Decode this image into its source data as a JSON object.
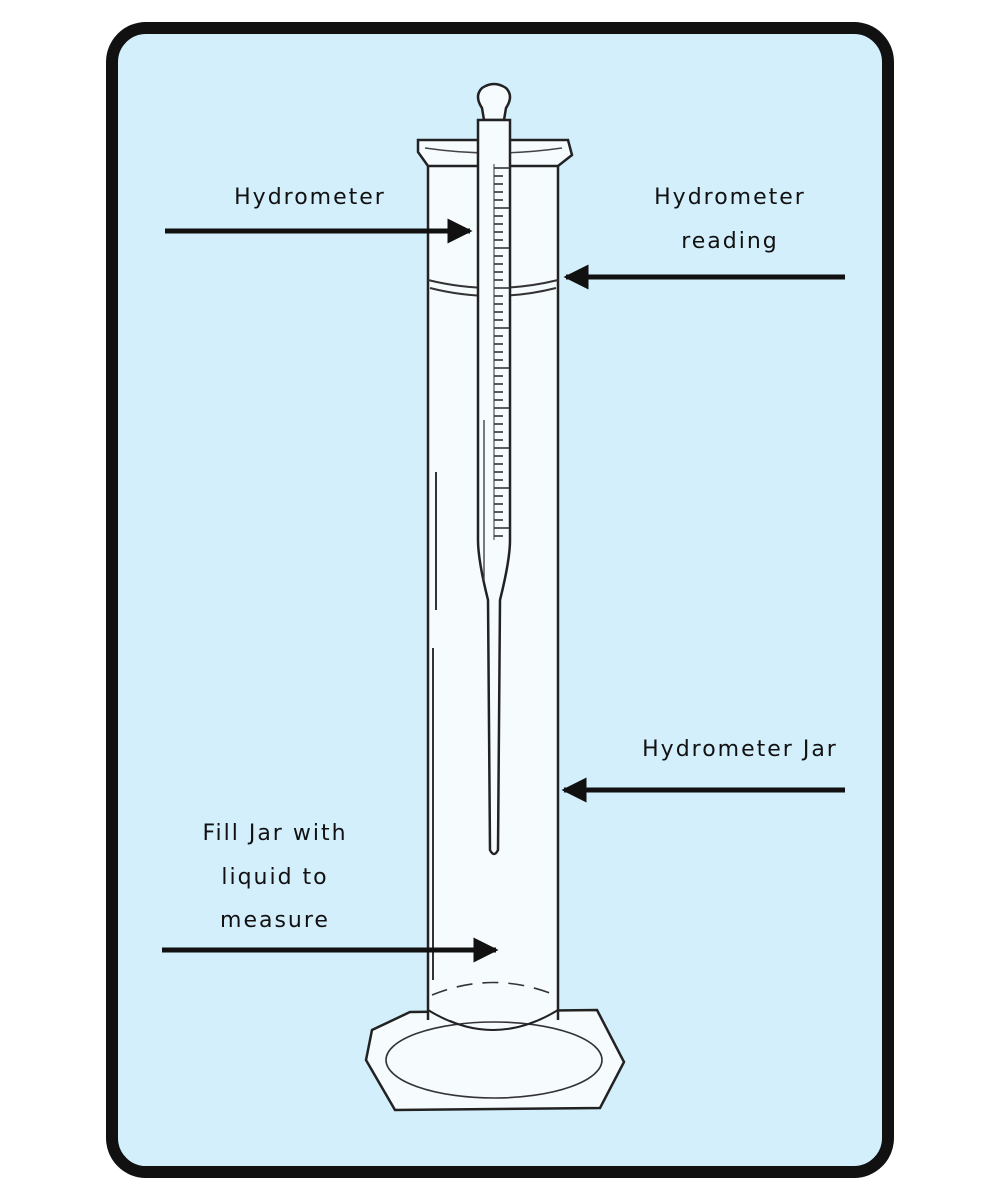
{
  "labels": {
    "hydrometer": "Hydrometer",
    "reading_line1": "Hydrometer",
    "reading_line2": "reading",
    "jar": "Hydrometer Jar",
    "fill_line1": "Fill Jar with",
    "fill_line2": "liquid to",
    "fill_line3": "measure"
  },
  "colors": {
    "panel_background": "#d3effc",
    "panel_border": "#111111",
    "glass": "#f6fbfe",
    "line": "#222222"
  },
  "icons": {
    "arrows": "right-pointing and left-pointing black arrows"
  }
}
